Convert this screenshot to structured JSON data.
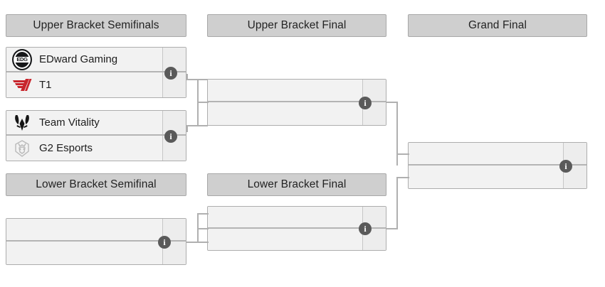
{
  "bracket": {
    "headers": [
      {
        "id": "ub-semifinals",
        "label": "Upper Bracket Semifinals"
      },
      {
        "id": "ub-final",
        "label": "Upper Bracket Final"
      },
      {
        "id": "grand-final",
        "label": "Grand Final"
      },
      {
        "id": "lb-semifinal",
        "label": "Lower Bracket Semifinal"
      },
      {
        "id": "lb-final",
        "label": "Lower Bracket Final"
      }
    ],
    "matches": [
      {
        "id": "ubsf-1",
        "round": "Upper Bracket Semifinals",
        "info_icon": "info-icon",
        "teams": [
          {
            "name": "EDward Gaming",
            "logo": "edward-gaming-logo",
            "score": ""
          },
          {
            "name": "T1",
            "logo": "t1-logo",
            "score": ""
          }
        ]
      },
      {
        "id": "ubsf-2",
        "round": "Upper Bracket Semifinals",
        "info_icon": "info-icon",
        "teams": [
          {
            "name": "Team Vitality",
            "logo": "team-vitality-logo",
            "score": ""
          },
          {
            "name": "G2 Esports",
            "logo": "g2-esports-logo",
            "score": ""
          }
        ]
      },
      {
        "id": "ubf-1",
        "round": "Upper Bracket Final",
        "info_icon": "info-icon",
        "teams": [
          {
            "name": "",
            "logo": "",
            "score": ""
          },
          {
            "name": "",
            "logo": "",
            "score": ""
          }
        ]
      },
      {
        "id": "gf-1",
        "round": "Grand Final",
        "info_icon": "info-icon",
        "teams": [
          {
            "name": "",
            "logo": "",
            "score": ""
          },
          {
            "name": "",
            "logo": "",
            "score": ""
          }
        ]
      },
      {
        "id": "lbsf-1",
        "round": "Lower Bracket Semifinal",
        "info_icon": "info-icon",
        "teams": [
          {
            "name": "",
            "logo": "",
            "score": ""
          },
          {
            "name": "",
            "logo": "",
            "score": ""
          }
        ]
      },
      {
        "id": "lbf-1",
        "round": "Lower Bracket Final",
        "info_icon": "info-icon",
        "teams": [
          {
            "name": "",
            "logo": "",
            "score": ""
          },
          {
            "name": "",
            "logo": "",
            "score": ""
          }
        ]
      }
    ],
    "colors": {
      "header_background": "#cfcfcf",
      "header_border": "#a8a8a8",
      "match_background": "#f2f2f2",
      "match_border": "#adadad",
      "score_background": "#ededed",
      "connector": "#b0b0b0",
      "info_badge": "#5a5a5a",
      "text": "#1d1d1d",
      "t1_red": "#c8252c",
      "edg_dark": "#17181a",
      "vitality_black": "#141414",
      "g2_gray": "#b9b9b9"
    }
  }
}
